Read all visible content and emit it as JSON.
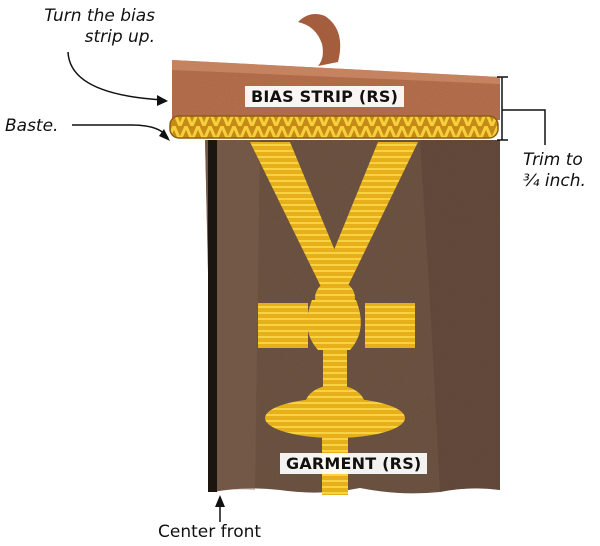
{
  "annotations": {
    "turn_up": "Turn the bias strip up.",
    "baste": "Baste.",
    "trim": "Trim to ¾ inch.",
    "center_front": "Center front"
  },
  "labels": {
    "bias_strip": "BIAS STRIP (RS)",
    "garment": "GARMENT (RS)"
  },
  "colors": {
    "garment": "#6b5240",
    "bias_strip": "#b9714f",
    "trim_yarn": "#d6a11c",
    "embroidery": "#f2c21c"
  }
}
